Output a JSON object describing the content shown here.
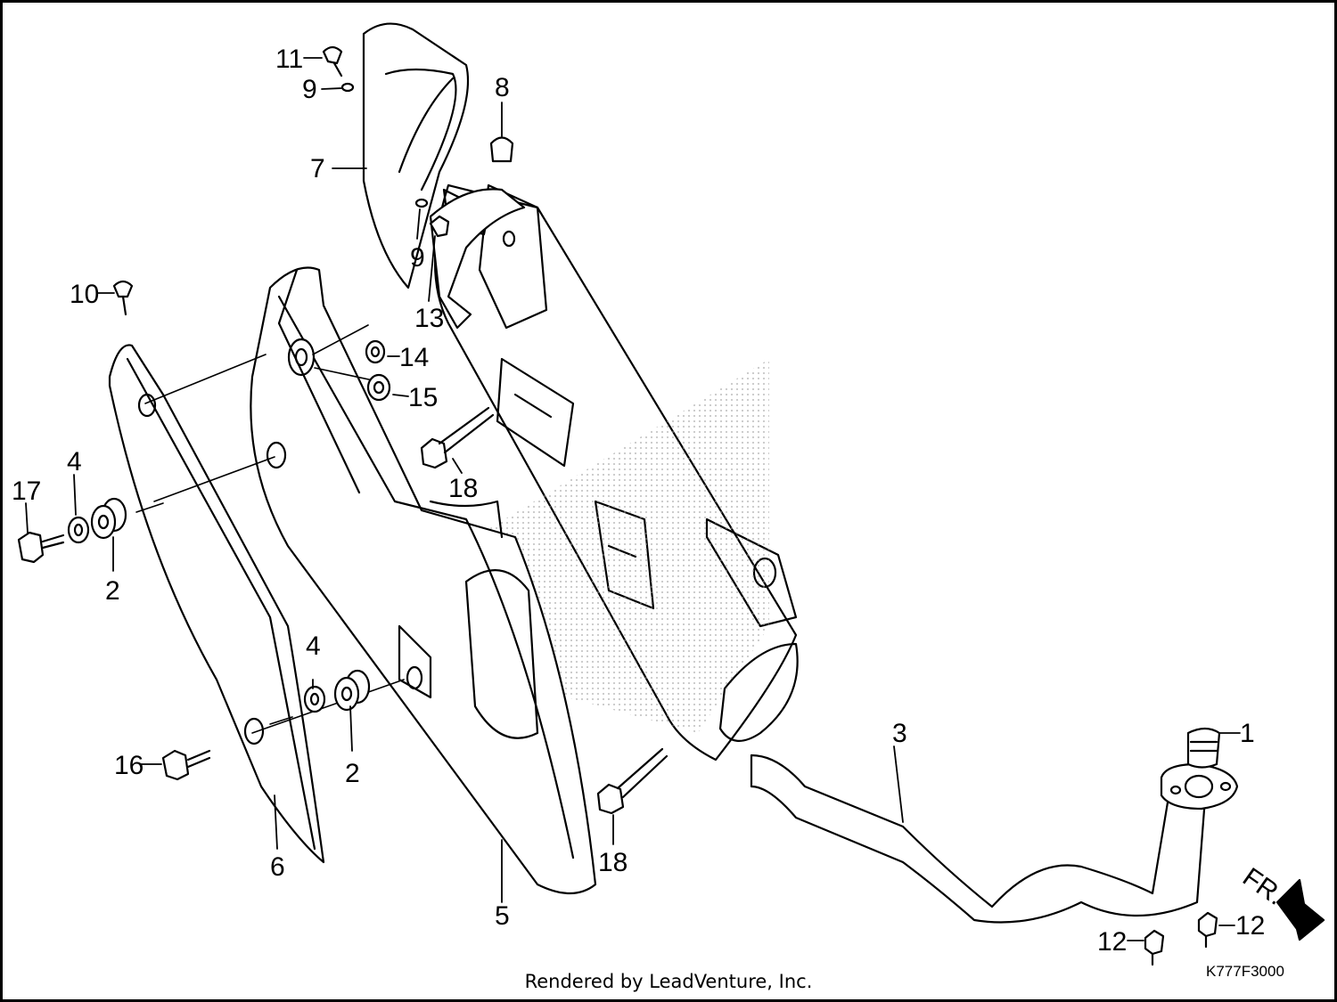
{
  "diagram": {
    "callouts": [
      {
        "id": "1",
        "text": "1"
      },
      {
        "id": "2a",
        "text": "2"
      },
      {
        "id": "2b",
        "text": "2"
      },
      {
        "id": "3",
        "text": "3"
      },
      {
        "id": "4a",
        "text": "4"
      },
      {
        "id": "4b",
        "text": "4"
      },
      {
        "id": "5",
        "text": "5"
      },
      {
        "id": "6",
        "text": "6"
      },
      {
        "id": "7",
        "text": "7"
      },
      {
        "id": "8",
        "text": "8"
      },
      {
        "id": "9a",
        "text": "9"
      },
      {
        "id": "9b",
        "text": "9"
      },
      {
        "id": "10",
        "text": "10"
      },
      {
        "id": "11",
        "text": "11"
      },
      {
        "id": "12a",
        "text": "12"
      },
      {
        "id": "12b",
        "text": "12"
      },
      {
        "id": "13",
        "text": "13"
      },
      {
        "id": "14",
        "text": "14"
      },
      {
        "id": "15",
        "text": "15"
      },
      {
        "id": "16",
        "text": "16"
      },
      {
        "id": "17",
        "text": "17"
      },
      {
        "id": "18a",
        "text": "18"
      },
      {
        "id": "18b",
        "text": "18"
      }
    ],
    "direction_label": "FR.",
    "diagram_code": "K777F3000"
  },
  "footer": {
    "credit": "Rendered by LeadVenture, Inc."
  }
}
